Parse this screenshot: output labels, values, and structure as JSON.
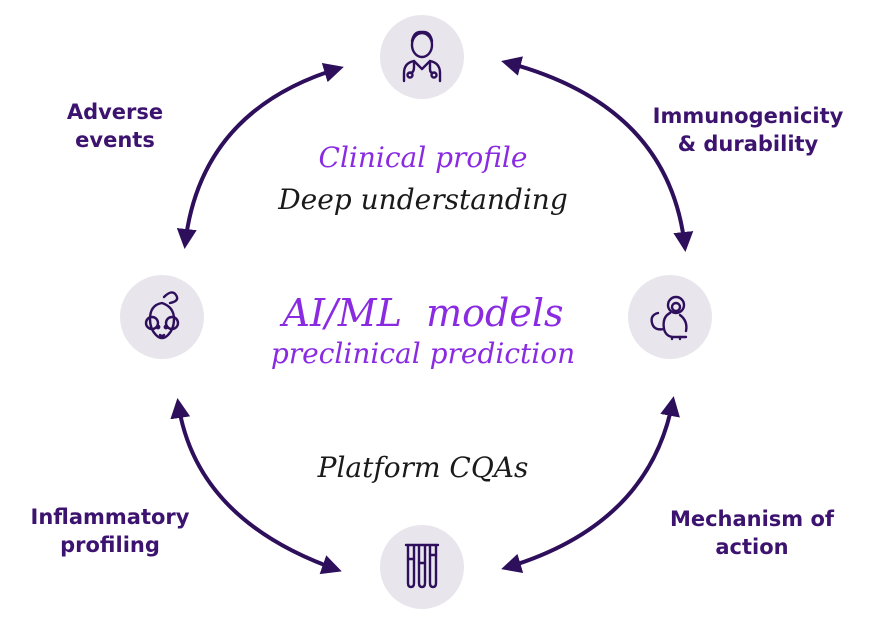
{
  "nodes": {
    "clinical": {
      "icon": "doctor-icon"
    },
    "mouse": {
      "icon": "mouse-icon"
    },
    "monkey": {
      "icon": "monkey-icon"
    },
    "tubes": {
      "icon": "test-tubes-icon"
    }
  },
  "edges": {
    "adverse": {
      "line1": "Adverse",
      "line2": "events"
    },
    "immuno": {
      "line1": "Immunogenicity",
      "line2": "& durability"
    },
    "inflammatory": {
      "line1": "Inflammatory",
      "line2": "profiling"
    },
    "mechanism": {
      "line1": "Mechanism of",
      "line2": "action"
    }
  },
  "center": {
    "clinical_profile": "Clinical profile",
    "deep_understanding": "Deep understanding",
    "ai_ml": "AI/ML  models",
    "preclinical_prediction": "preclinical prediction",
    "platform_cqas": "Platform CQAs"
  },
  "colors": {
    "node_fill": "#e8e6ec",
    "arrow": "#2e0f5c",
    "label_dark_purple": "#3d1370",
    "accent_purple": "#8a2be2",
    "icon_stroke": "#2e0f5c"
  }
}
